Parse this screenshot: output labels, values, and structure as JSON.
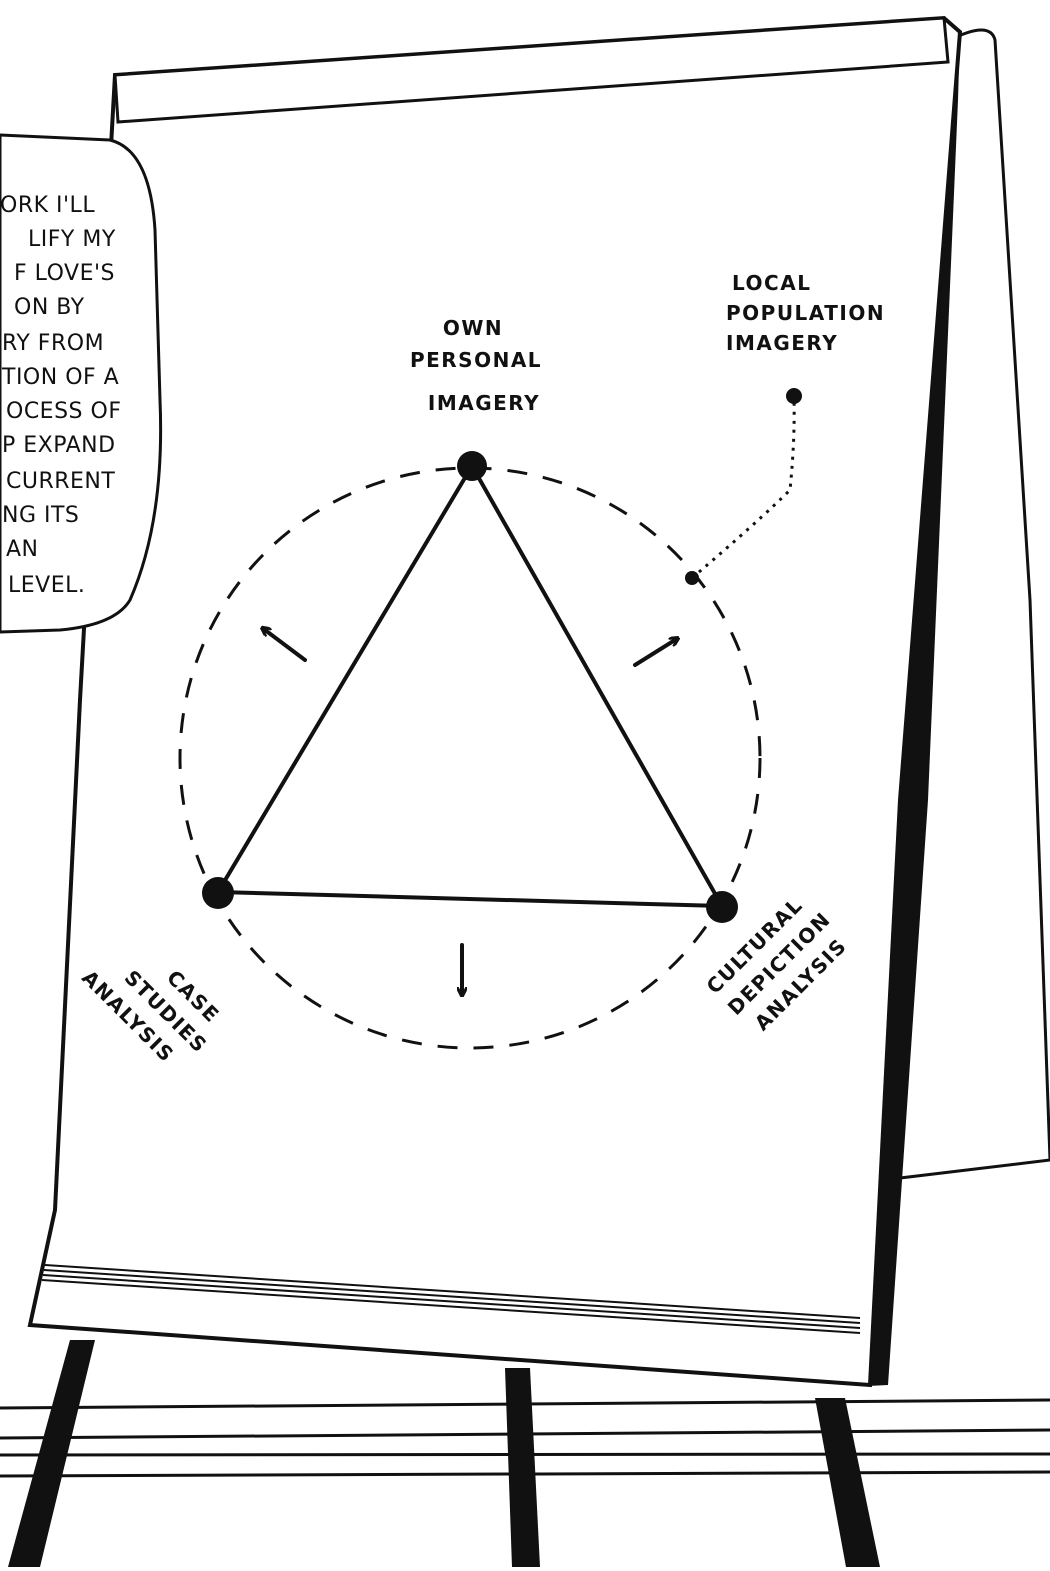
{
  "speech_bubble": {
    "lines": [
      "ORK I'LL",
      "LIFY MY",
      "F LOVE'S",
      "ON BY",
      "RY FROM",
      "TION OF A",
      "OCESS OF",
      "P EXPAND",
      "CURRENT",
      "NG ITS",
      "AN",
      "LEVEL."
    ]
  },
  "diagram": {
    "nodes": {
      "top": {
        "lines": [
          "OWN",
          "PERSONAL",
          "IMAGERY"
        ]
      },
      "bottom_left": {
        "lines": [
          "CASE",
          "STUDIES",
          "ANALYSIS"
        ]
      },
      "bottom_right": {
        "lines": [
          "CULTURAL",
          "DEPICTION",
          "ANALYSIS"
        ]
      },
      "external": {
        "lines": [
          "LOCAL",
          "POPULATION",
          "IMAGERY"
        ]
      }
    }
  },
  "colors": {
    "ink": "#111111",
    "paper": "#ffffff"
  }
}
